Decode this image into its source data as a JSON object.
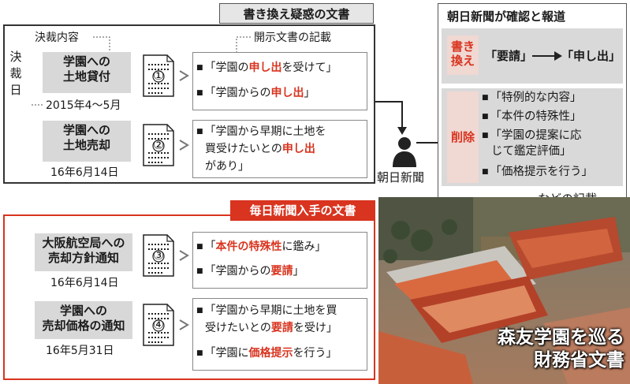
{
  "top_panel": {
    "title": "書き換え疑惑の文書",
    "col_decision": "決裁内容",
    "col_disclosed": "開示文書の記載",
    "vertical_label": [
      "決",
      "裁",
      "日"
    ],
    "items": [
      {
        "subject": [
          "学園への",
          "土地貸付"
        ],
        "date": "2015年4〜5月",
        "number": "①",
        "lines": [
          {
            "pre": "「学園の",
            "red": "申し出",
            "post": "を受けて」"
          },
          {
            "pre": "「学園からの",
            "red": "申し出",
            "post": "」"
          }
        ]
      },
      {
        "subject": [
          "学園への",
          "土地売却"
        ],
        "date": "16年6月14日",
        "number": "②",
        "lines": [
          {
            "pre": "「学園から早期に土地を",
            "red": "",
            "post": ""
          },
          {
            "pre": "買受けたいとの",
            "red": "申し出",
            "post": ""
          },
          {
            "pre": "があり」",
            "red": "",
            "post": ""
          }
        ]
      }
    ]
  },
  "asahi_panel": {
    "title": "朝日新聞が確認と報道",
    "rewrite_label": [
      "書き",
      "換え"
    ],
    "rewrite_from": "「要請」",
    "rewrite_to": "「申し出」",
    "delete_label": "削除",
    "deleted_items": [
      [
        "「特例的な内容」"
      ],
      [
        "「本件の特殊性」"
      ],
      [
        "「学園の提案に応",
        "じて鑑定評価」"
      ],
      [
        "「価格提示を行う」"
      ]
    ],
    "suffix": "などの記載"
  },
  "asahi_person_label": "朝日新聞",
  "mainichi_panel": {
    "title": "毎日新聞入手の文書",
    "items": [
      {
        "subject": [
          "大阪航空局への",
          "売却方針通知"
        ],
        "date": "16年6月14日",
        "number": "③",
        "lines": [
          {
            "pre": "「",
            "red": "本件の特殊性",
            "post": "に鑑み」"
          },
          {
            "pre": "「学園からの",
            "red": "要請",
            "post": "」"
          }
        ]
      },
      {
        "subject": [
          "学園への",
          "売却価格の通知"
        ],
        "date": "16年5月31日",
        "number": "④",
        "lines": [
          {
            "pre": "「学園から早期に土地を買",
            "red": "",
            "post": ""
          },
          {
            "pre": "受けたいとの",
            "red": "要請",
            "post": "を受け」"
          },
          {
            "pre": "「学園に",
            "red": "価格提示",
            "post": "を行う」"
          }
        ]
      }
    ]
  },
  "photo_caption": [
    "森友学園を巡る",
    "財務省文書"
  ],
  "colors": {
    "accent_red": "#d8341f",
    "grey": "#d9d9d9",
    "border": "#333333"
  }
}
